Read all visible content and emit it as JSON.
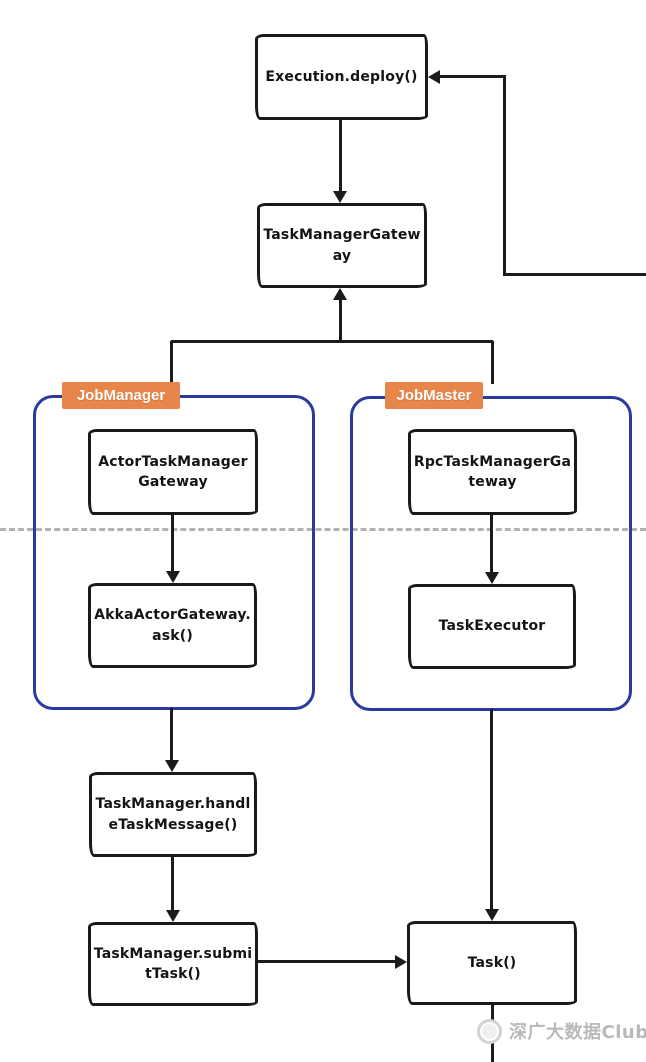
{
  "diagram": {
    "nodes": {
      "execution_deploy": "Execution.deploy()",
      "task_manager_gateway": "TaskManagerGatew\nay",
      "actor_task_manager_gateway": "ActorTaskManager\nGateway",
      "akka_actor_gateway_ask": "AkkaActorGateway.\nask()",
      "rpc_task_manager_gateway": "RpcTaskManagerGa\nteway",
      "task_executor": "TaskExecutor",
      "task_manager_handle_task_message": "TaskManager.handl\neTaskMessage()",
      "task_manager_submit_task": "TaskManager.submi\ntTask()",
      "task": "Task()"
    },
    "groups": {
      "job_manager": "JobManager",
      "job_master": "JobMaster"
    },
    "edges": [
      {
        "from": "Execution.deploy()",
        "to": "TaskManagerGateway",
        "arrow": "down"
      },
      {
        "from": "off-canvas-right",
        "to": "Execution.deploy()",
        "arrow": "left"
      },
      {
        "from": "JobManager / JobMaster branch",
        "to": "TaskManagerGateway",
        "arrow": "up"
      },
      {
        "from": "TaskManagerGateway branch",
        "to": "JobManager badge",
        "arrow": "none"
      },
      {
        "from": "TaskManagerGateway branch",
        "to": "JobMaster badge",
        "arrow": "none"
      },
      {
        "from": "ActorTaskManagerGateway",
        "to": "AkkaActorGateway.ask()",
        "arrow": "down"
      },
      {
        "from": "RpcTaskManagerGateway",
        "to": "TaskExecutor",
        "arrow": "down"
      },
      {
        "from": "JobManager group",
        "to": "TaskManager.handleTaskMessage()",
        "arrow": "down"
      },
      {
        "from": "TaskManager.handleTaskMessage()",
        "to": "TaskManager.submitTask()",
        "arrow": "down"
      },
      {
        "from": "TaskManager.submitTask()",
        "to": "Task()",
        "arrow": "right"
      },
      {
        "from": "JobMaster group (TaskExecutor)",
        "to": "Task()",
        "arrow": "down"
      },
      {
        "from": "Task()",
        "to": "off-canvas-bottom",
        "arrow": "none"
      }
    ],
    "colors": {
      "node_border": "#1a1a1a",
      "group_border": "#2b3a9e",
      "badge_background": "#e8854b",
      "badge_text": "#ffffff",
      "line": "#1b1b1b",
      "dashed_divider": "#b3b3b3",
      "watermark": "#b9b9b9",
      "background": "#ffffff"
    },
    "watermark": "深广大数据Club"
  }
}
